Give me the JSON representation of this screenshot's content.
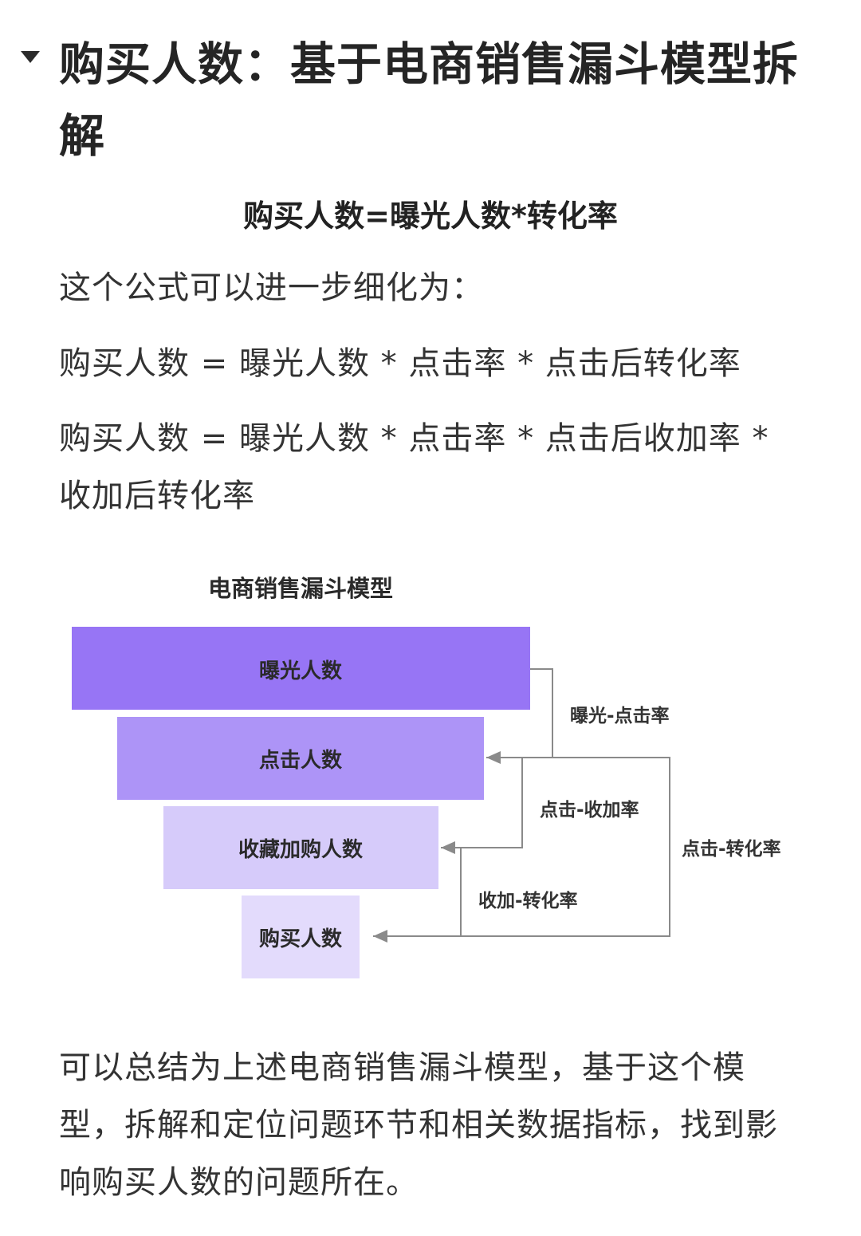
{
  "section": {
    "heading": "购买人数：基于电商销售漏斗模型拆解",
    "formula_main": "购买人数=曝光人数*转化率",
    "intro": "这个公式可以进一步细化为：",
    "formula_1": "购买人数 = 曝光人数 * 点击率 * 点击后转化率",
    "formula_2": "购买人数 = 曝光人数 * 点击率 * 点击后收加率 * 收加后转化率",
    "summary": "可以总结为上述电商销售漏斗模型，基于这个模型，拆解和定位问题环节和相关数据指标，找到影响购买人数的问题所在。"
  },
  "diagram": {
    "title": "电商销售漏斗模型",
    "stages": [
      {
        "label": "曝光人数",
        "color": "#9775f5"
      },
      {
        "label": "点击人数",
        "color": "#ad94f7"
      },
      {
        "label": "收藏加购人数",
        "color": "#d6cbfa"
      },
      {
        "label": "购买人数",
        "color": "#e3dbfc"
      }
    ],
    "rates": {
      "exposure_click": "曝光-点击率",
      "click_cart": "点击-收加率",
      "click_convert": "点击-转化率",
      "cart_convert": "收加-转化率"
    },
    "line_color": "#8a8a8a"
  }
}
